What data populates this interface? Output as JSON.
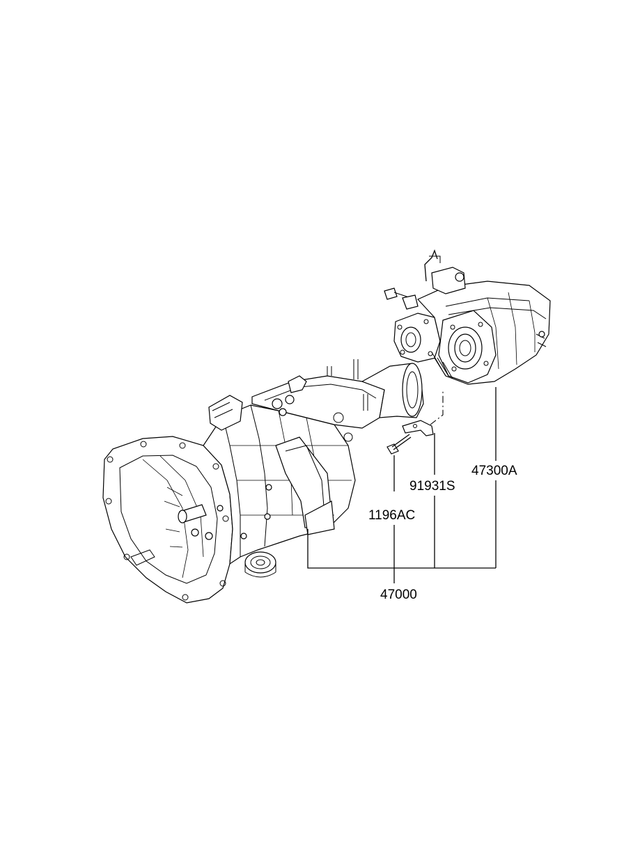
{
  "diagram": {
    "parts": [
      {
        "id": "p47000",
        "number": "47000",
        "icon": "transmission-assembly-icon"
      },
      {
        "id": "p47300A",
        "number": "47300A",
        "icon": "transfer-case-icon"
      },
      {
        "id": "p91931S",
        "number": "91931S",
        "icon": "bracket-icon"
      },
      {
        "id": "p1196AC",
        "number": "1196AC",
        "icon": "bolt-icon"
      }
    ]
  }
}
